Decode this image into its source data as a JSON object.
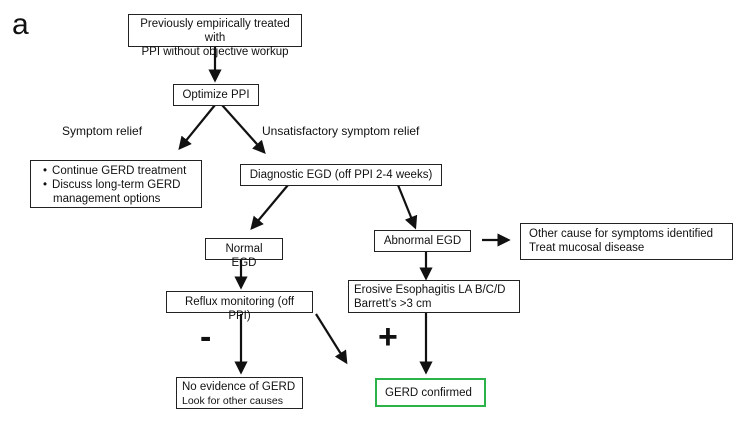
{
  "panel_label": "a",
  "nodes": {
    "start": [
      "Previously empirically treated with",
      "PPI without objective workup"
    ],
    "optimize": "Optimize PPI",
    "continue_items": [
      "Continue GERD treatment",
      "Discuss long-term GERD",
      "management options"
    ],
    "diagnostic": "Diagnostic EGD (off PPI 2-4 weeks)",
    "normal": "Normal EGD",
    "abnormal": "Abnormal EGD",
    "other_cause": [
      "Other cause for symptoms identified",
      "Treat mucosal disease"
    ],
    "reflux": "Reflux monitoring (off PPI)",
    "erosive": [
      "Erosive Esophagitis LA B/C/D",
      "Barrett’s >3 cm"
    ],
    "no_evidence": [
      "No evidence of GERD",
      "Look for other causes"
    ],
    "confirmed": "GERD confirmed"
  },
  "edge_labels": {
    "relief": "Symptom relief",
    "unsatisfactory": "Unsatisfactory symptom relief",
    "negative": "-",
    "positive": "+"
  },
  "colors": {
    "confirmed_border": "#2bb34a"
  }
}
